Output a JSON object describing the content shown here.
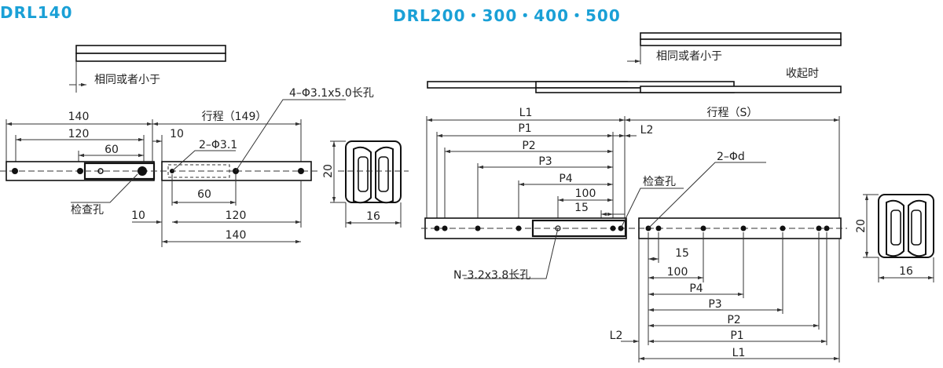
{
  "titles": {
    "left": "DRL140",
    "right": "DRL200・300・400・500"
  },
  "left": {
    "note_same_or_less": "相同或者小于",
    "dim_140_top": "140",
    "dim_120_top": "120",
    "dim_60_top": "60",
    "dim_stroke": "行程（149）",
    "dim_10_top": "10",
    "hole_2": "2–Φ3.1",
    "hole_4": "4–Φ3.1x5.0长孔",
    "inspect_hole": "检查孔",
    "dim_10_bottom": "10",
    "dim_60_bottom": "60",
    "dim_120_bottom": "120",
    "dim_140_bottom": "140",
    "section_height": "20",
    "section_width": "16"
  },
  "right": {
    "note_same_or_less": "相同或者小于",
    "note_closed": "收起时",
    "L1_top": "L1",
    "stroke": "行程（S）",
    "P1_top": "P1",
    "L2_top": "L2",
    "P2_top": "P2",
    "P3_top": "P3",
    "P4_top": "P4",
    "dim_100_top": "100",
    "dim_15_top": "15",
    "hole_2d": "2–Φd",
    "inspect_hole": "检查孔",
    "slot_note": "N–3.2x3.8长孔",
    "dim_15_bottom": "15",
    "dim_100_bottom": "100",
    "P4_bottom": "P4",
    "P3_bottom": "P3",
    "P2_bottom": "P2",
    "L2_bottom": "L2",
    "P1_bottom": "P1",
    "L1_bottom": "L1",
    "section_height": "20",
    "section_width": "16"
  }
}
